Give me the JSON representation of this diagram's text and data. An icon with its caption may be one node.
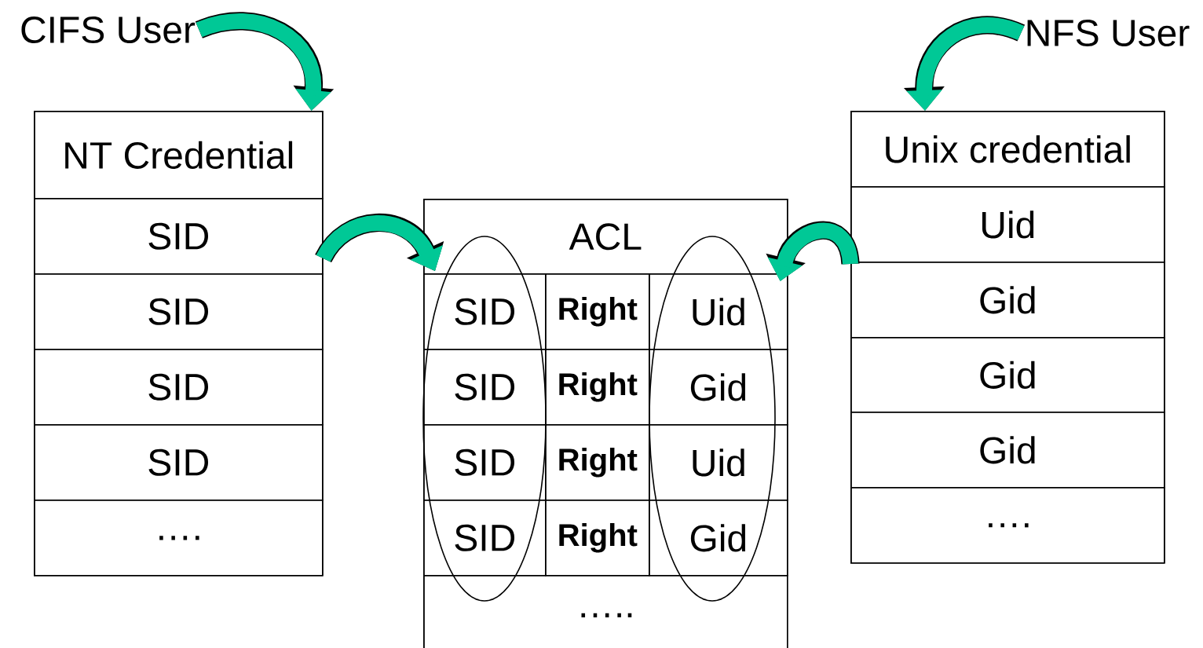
{
  "diagram": {
    "nodes": [
      {
        "text": [
          "CIFS User"
        ]
      },
      {
        "text": [],
        "shape": "box"
      },
      {
        "text": [
          "NT Credential"
        ],
        "in": 1
      },
      {
        "text": [
          "SID"
        ],
        "in": 1
      },
      {
        "text": [
          "SID"
        ],
        "in": 1
      },
      {
        "text": [
          "SID"
        ],
        "in": 1
      },
      {
        "text": [
          "SID"
        ],
        "in": 1
      },
      {
        "text": [
          "…."
        ],
        "in": 1
      },
      {
        "text": [],
        "shape": "box"
      },
      {
        "text": [
          "ACL"
        ],
        "in": 8
      },
      {
        "text": [
          "SID"
        ],
        "in": 8
      },
      {
        "text": [
          "**Right**"
        ],
        "in": 8
      },
      {
        "text": [
          "Uid"
        ],
        "in": 8
      },
      {
        "text": [
          "SID"
        ],
        "in": 8
      },
      {
        "text": [
          "**Right**"
        ],
        "in": 8
      },
      {
        "text": [
          "Gid"
        ],
        "in": 8
      },
      {
        "text": [
          "SID"
        ],
        "in": 8
      },
      {
        "text": [
          "**Right**"
        ],
        "in": 8
      },
      {
        "text": [
          "Uid"
        ],
        "in": 8
      },
      {
        "text": [
          "SID"
        ],
        "in": 8
      },
      {
        "text": [
          "**Right**"
        ],
        "in": 8
      },
      {
        "text": [
          "Gid"
        ],
        "in": 8
      },
      {
        "text": [
          "….."
        ],
        "in": 8
      },
      {
        "text": [
          "NFS User"
        ]
      },
      {
        "text": [],
        "shape": "box"
      },
      {
        "text": [
          "Unix credential"
        ],
        "in": 24
      },
      {
        "text": [
          "Uid"
        ],
        "in": 24
      },
      {
        "text": [
          "Gid"
        ],
        "in": 24
      },
      {
        "text": [
          "Gid"
        ],
        "in": 24
      },
      {
        "text": [
          "Gid"
        ],
        "in": 24
      },
      {
        "text": [
          "…."
        ],
        "in": 24
      }
    ],
    "edges": [
      {
        "from": 0,
        "to": 1,
        "arrow": "to"
      },
      {
        "from": 1,
        "to": 8,
        "arrow": "to"
      },
      {
        "from": 24,
        "to": 8,
        "arrow": "to"
      },
      {
        "from": 23,
        "to": 24,
        "arrow": "to"
      }
    ]
  }
}
